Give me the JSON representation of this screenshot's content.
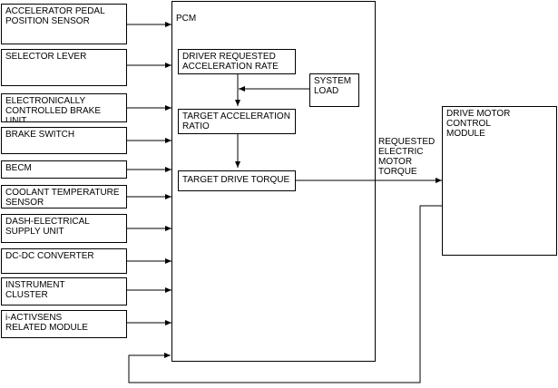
{
  "inputs": [
    "ACCELERATOR PEDAL\nPOSITION SENSOR",
    "SELECTOR LEVER",
    "ELECTRONICALLY\nCONTROLLED BRAKE UNIT",
    "BRAKE SWITCH",
    "BECM",
    "COOLANT TEMPERATURE\nSENSOR",
    "DASH-ELECTRICAL\nSUPPLY UNIT",
    "DC-DC CONVERTER",
    "INSTRUMENT\nCLUSTER",
    "i-ACTIVSENS\nRELATED MODULE"
  ],
  "pcm": {
    "title": "PCM",
    "driver_requested": "DRIVER REQUESTED\nACCELERATION RATE",
    "system_load": "SYSTEM\nLOAD",
    "target_accel_ratio": "TARGET ACCELERATION\nRATIO",
    "target_drive_torque": "TARGET DRIVE TORQUE"
  },
  "output_label": "REQUESTED\nELECTRIC\nMOTOR\nTORQUE",
  "output_module": "DRIVE MOTOR\nCONTROL\nMODULE"
}
